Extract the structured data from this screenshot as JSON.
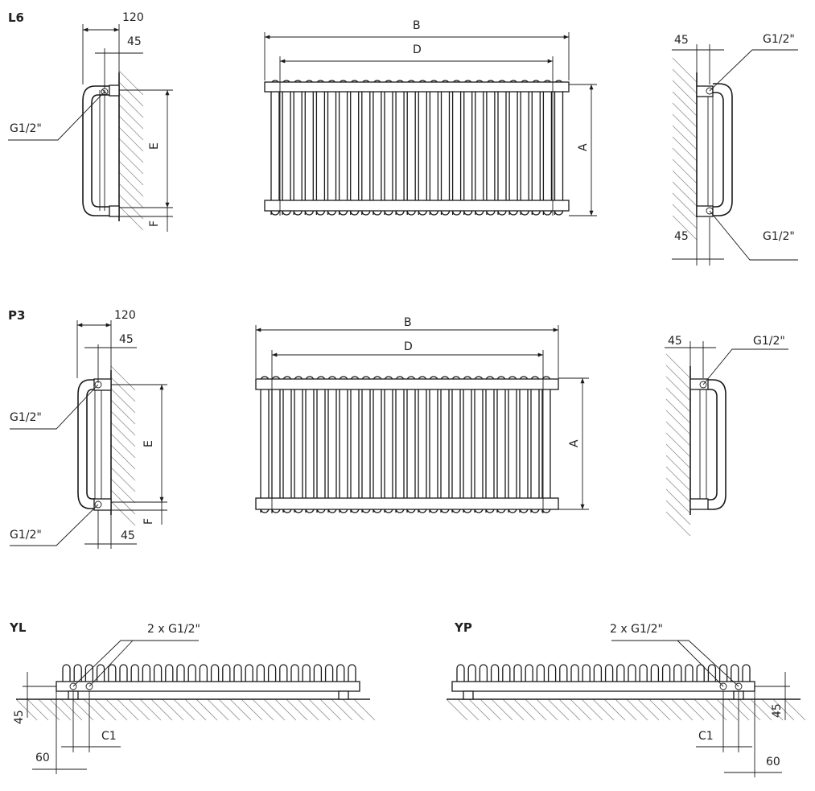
{
  "sections": {
    "l6": "L6",
    "p3": "P3",
    "yl": "YL",
    "yp": "YP"
  },
  "dims": {
    "d120": "120",
    "d45": "45",
    "d60": "60",
    "A": "A",
    "B": "B",
    "D": "D",
    "E": "E",
    "F": "F",
    "C1": "C1",
    "g12": "G1/2\"",
    "g12x2": "2 x G1/2\""
  }
}
